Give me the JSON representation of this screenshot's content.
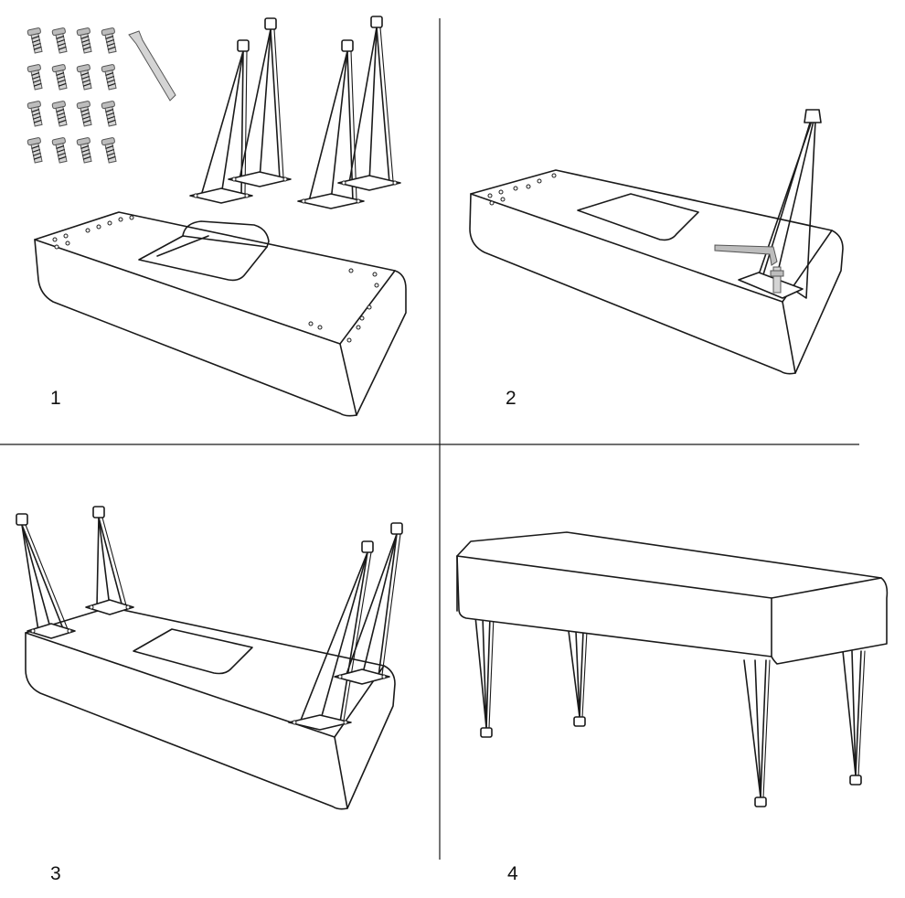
{
  "steps": [
    {
      "number": "1"
    },
    {
      "number": "2"
    },
    {
      "number": "3"
    },
    {
      "number": "4"
    }
  ],
  "icons": {
    "screws": "screw-icon",
    "hex_key": "hex-key-icon",
    "leg": "hairpin-leg-icon",
    "bench": "bench-icon"
  },
  "counts": {
    "screws": 16,
    "legs": 4
  },
  "colors": {
    "line": "#1a1a1a",
    "metal": "#d4d4d4",
    "background": "#ffffff"
  }
}
